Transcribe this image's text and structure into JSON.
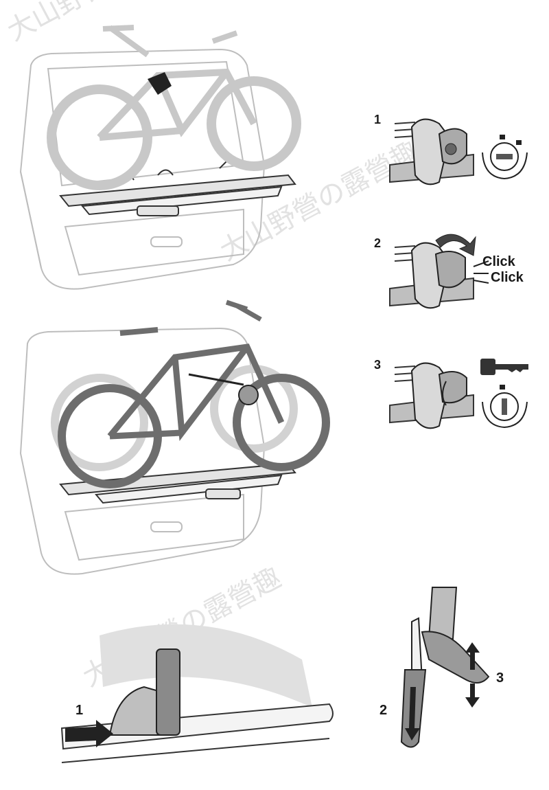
{
  "steps": {
    "clamp": {
      "step1": "1",
      "step2": "2",
      "step3": "3"
    },
    "strap": {
      "step1": "1",
      "step2": "2",
      "step3": "3"
    }
  },
  "click_labels": {
    "first": "Click",
    "second": "Click"
  },
  "watermark": {
    "text": "大山野營の露營趣"
  },
  "icons": {
    "lock": "padlock-icon",
    "key": "key-icon",
    "arrow": "rotation-arrow-icon"
  },
  "colors": {
    "line": "#2a2a2a",
    "light": "#cfcfcf",
    "mid": "#8a8a8a",
    "dark": "#555555"
  }
}
